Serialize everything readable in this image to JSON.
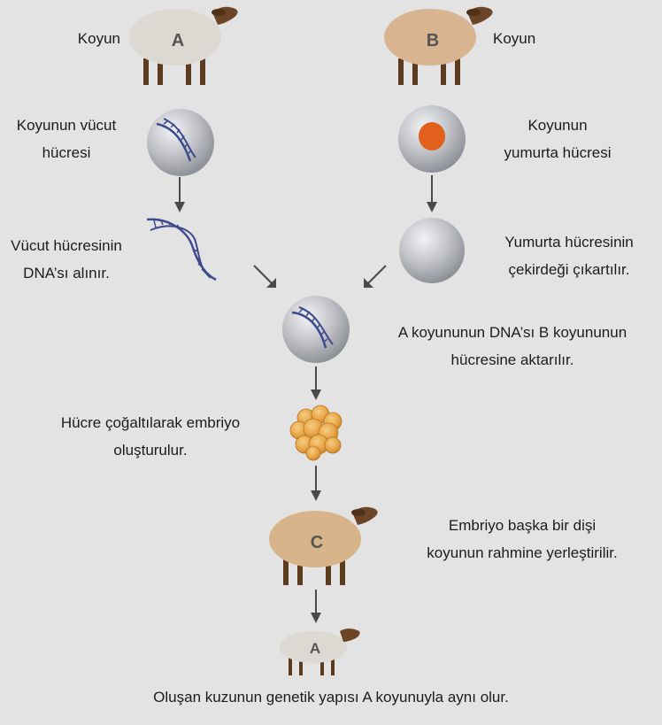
{
  "sheep_a": {
    "name": "Koyun",
    "letter": "A",
    "wool_color": "#dcd9d2"
  },
  "sheep_b": {
    "name": "Koyun",
    "letter": "B",
    "wool_color": "#d8b590"
  },
  "sheep_c": {
    "letter": "C",
    "wool_color": "#d8b48a"
  },
  "lamb": {
    "letter": "A",
    "wool_color": "#dcd9d2"
  },
  "steps": {
    "body_cell": [
      "Koyunun vücut",
      "hücresi"
    ],
    "egg_cell": [
      "Koyunun",
      "yumurta hücresi"
    ],
    "dna_taken": [
      "Vücut hücresinin",
      "DNA’sı alınır."
    ],
    "nucleus_removed": [
      "Yumurta hücresinin",
      "çekirdeği çıkartılır."
    ],
    "dna_transferred": [
      "A koyununun DNA’sı B koyununun",
      "hücresine aktarılır."
    ],
    "embryo_formed": [
      "Hücre çoğaltılarak embriyo",
      "oluşturulur."
    ],
    "embryo_implanted": [
      "Embriyo başka bir dişi",
      "koyunun rahmine yerleştirilir."
    ],
    "result": "Oluşan kuzunun genetik yapısı A koyunuyla aynı olur."
  },
  "colors": {
    "background": "#e3e3e3",
    "dna_strand": "#3d4a8c",
    "nucleus": "#e0601c",
    "embryo": "#e8a64a",
    "cell": "#c9cbcf",
    "arrow": "#4a4a4a"
  },
  "icons": [
    "sheep-icon",
    "cell-icon",
    "dna-helix-icon",
    "nucleus-icon",
    "embryo-icon",
    "arrow-down-icon"
  ]
}
